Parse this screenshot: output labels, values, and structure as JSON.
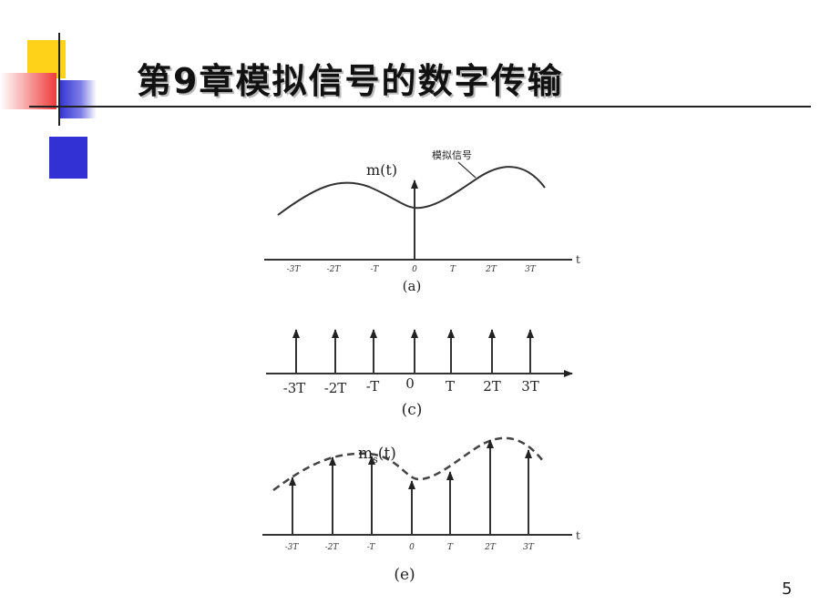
{
  "title": "第9章模拟信号的数字传输",
  "page_number": "5",
  "panel_a": {
    "signal_label": "m(t)",
    "annotation": "模拟信号",
    "axis_label": "t",
    "ticks": [
      "-3T",
      "-2T",
      "-T",
      "0",
      "T",
      "2T",
      "3T"
    ],
    "caption": "(a)"
  },
  "panel_c": {
    "ticks": [
      "-3T",
      "-2T",
      "-T",
      "0",
      "T",
      "2T",
      "3T"
    ],
    "caption": "(c)"
  },
  "panel_e": {
    "signal_label_main": "m",
    "signal_label_sub": "s",
    "signal_label_tail": "(t)",
    "axis_label": "t",
    "ticks": [
      "-3T",
      "-2T",
      "-T",
      "0",
      "T",
      "2T",
      "3T"
    ],
    "caption": "(e)"
  },
  "colors": {
    "accent_yellow": "#ffd21a",
    "accent_red": "#ef3b3b",
    "accent_blue": "#3131d4"
  }
}
